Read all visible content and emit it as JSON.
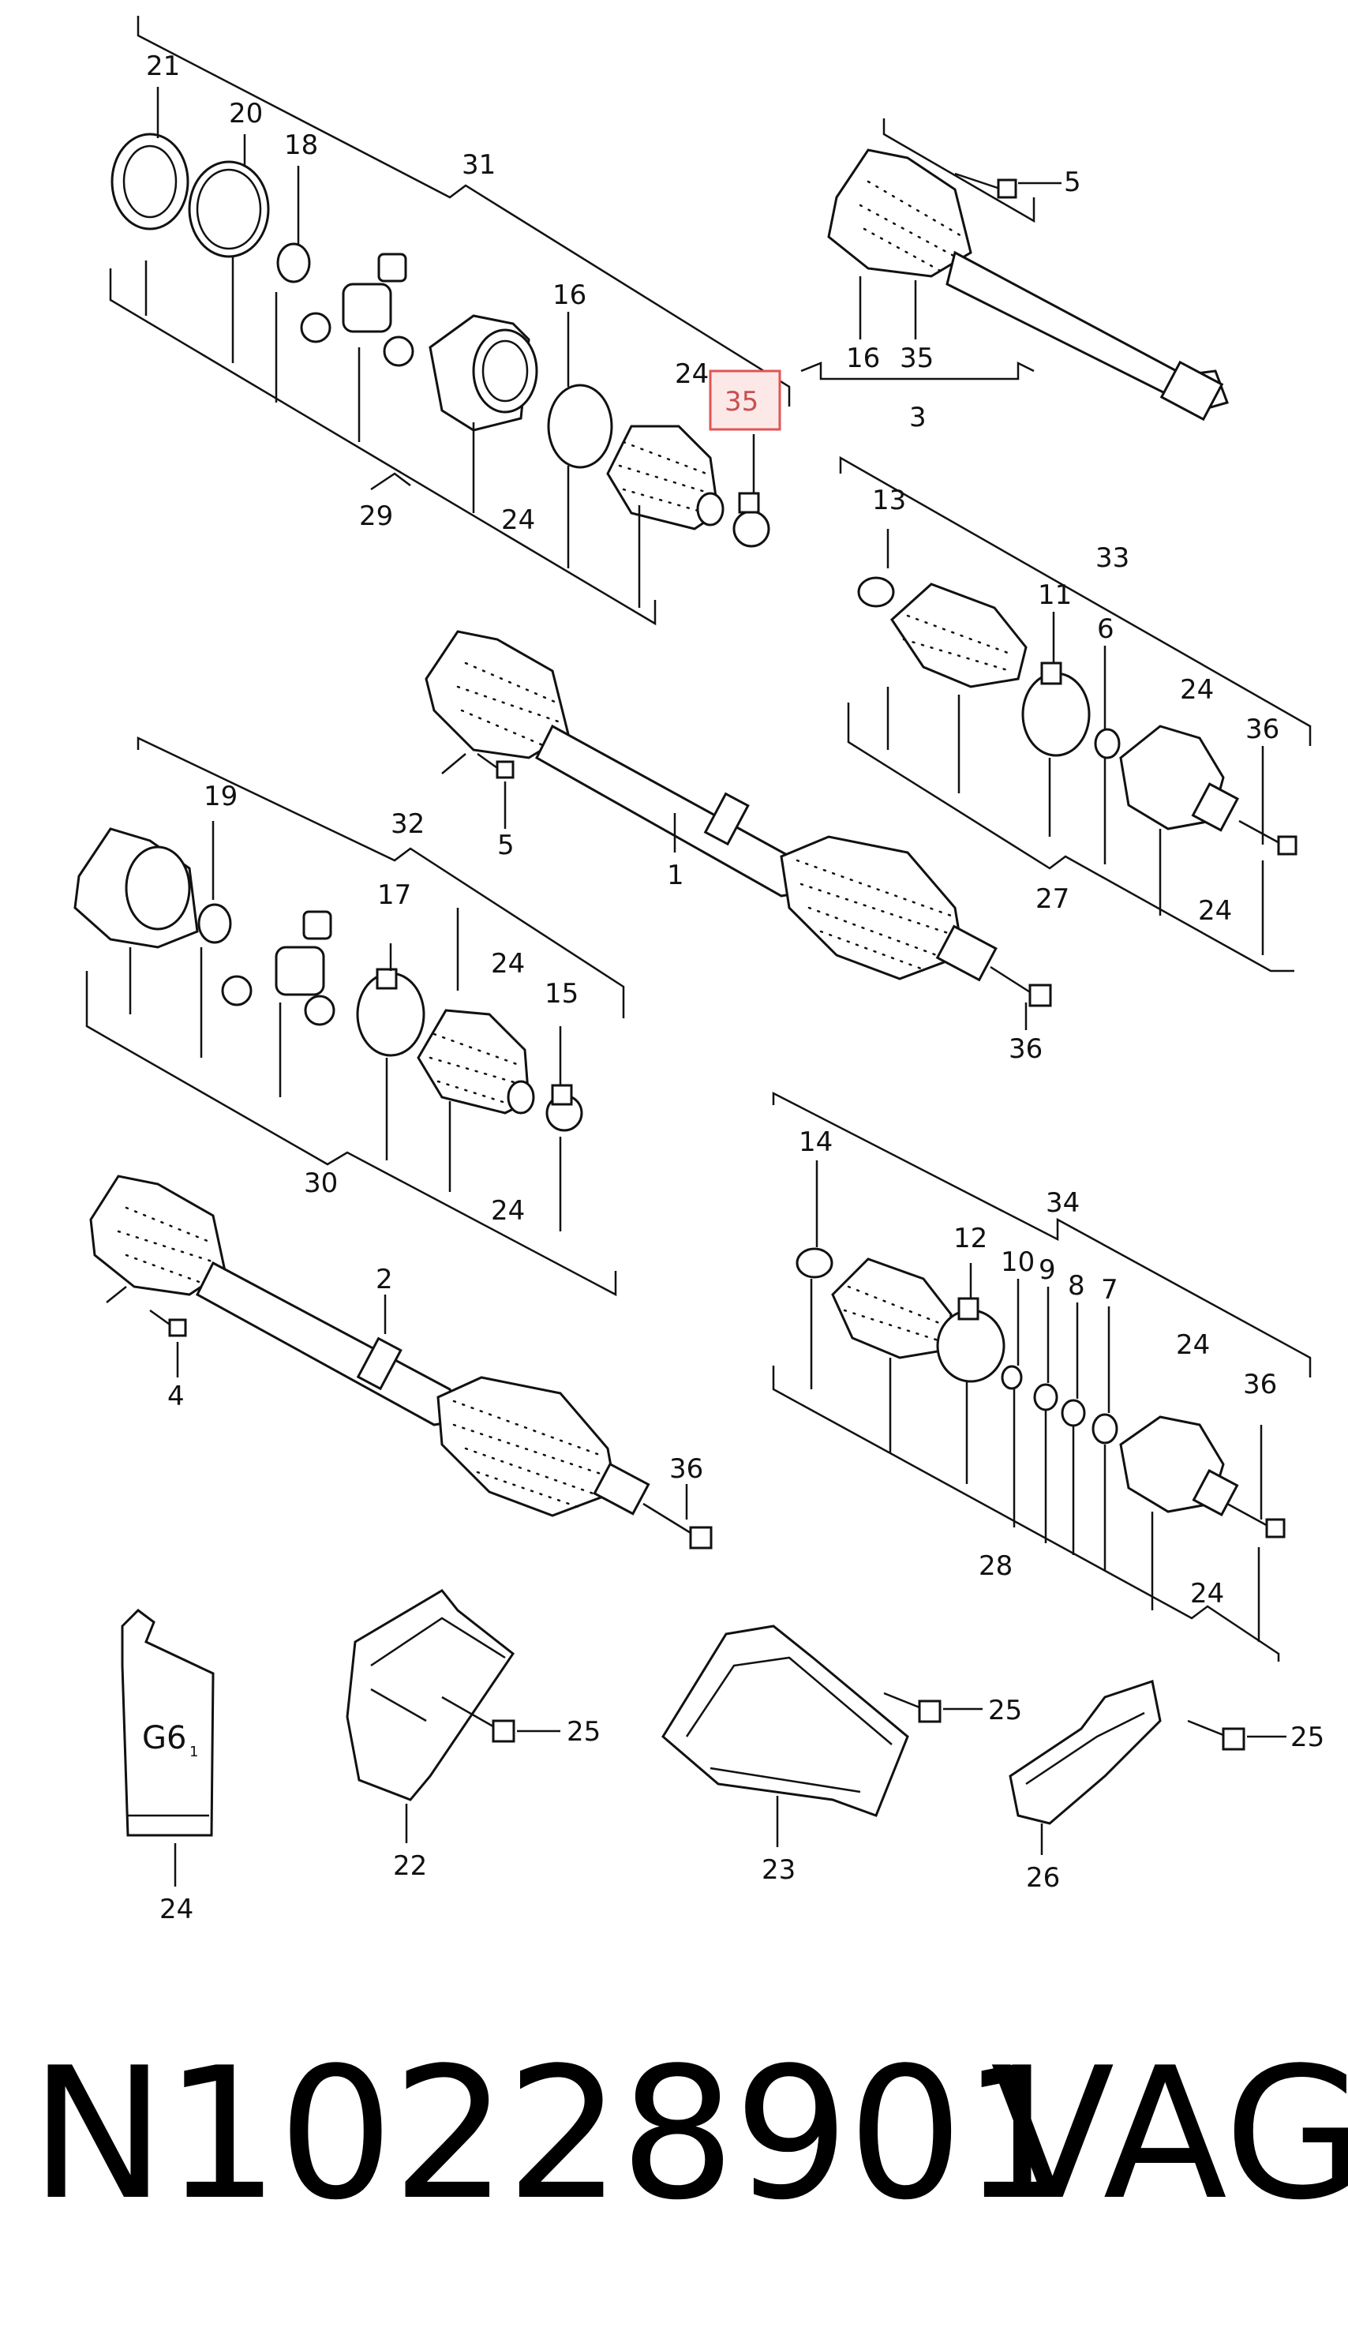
{
  "diagram": {
    "callouts": {
      "c21": "21",
      "c20": "20",
      "c18": "18",
      "c31": "31",
      "c16a": "16",
      "c24a": "24",
      "c35hl": "35",
      "c29": "29",
      "c24b": "24",
      "c5a": "5",
      "c16b": "16",
      "c35b": "35",
      "c3": "3",
      "c13": "13",
      "c33": "33",
      "c11": "11",
      "c6": "6",
      "c24c": "24",
      "c36a": "36",
      "c27": "27",
      "c24d": "24",
      "c5b": "5",
      "c1": "1",
      "c36b": "36",
      "c19": "19",
      "c32": "32",
      "c17": "17",
      "c24e": "24",
      "c15": "15",
      "c30": "30",
      "c24f": "24",
      "c2": "2",
      "c4": "4",
      "c36c": "36",
      "c14": "14",
      "c34": "34",
      "c12": "12",
      "c10": "10",
      "c9": "9",
      "c8": "8",
      "c7": "7",
      "c24g": "24",
      "c36d": "36",
      "c28": "28",
      "c24h": "24",
      "c25a": "25",
      "c25b": "25",
      "c25c": "25",
      "c24i": "24",
      "c22": "22",
      "c23": "23",
      "c26": "26"
    },
    "tube_label": "G6",
    "tube_label_sub": "1",
    "highlight_color": "#e05555"
  },
  "caption": {
    "part_number": "N10228901",
    "brand": "VAG"
  }
}
